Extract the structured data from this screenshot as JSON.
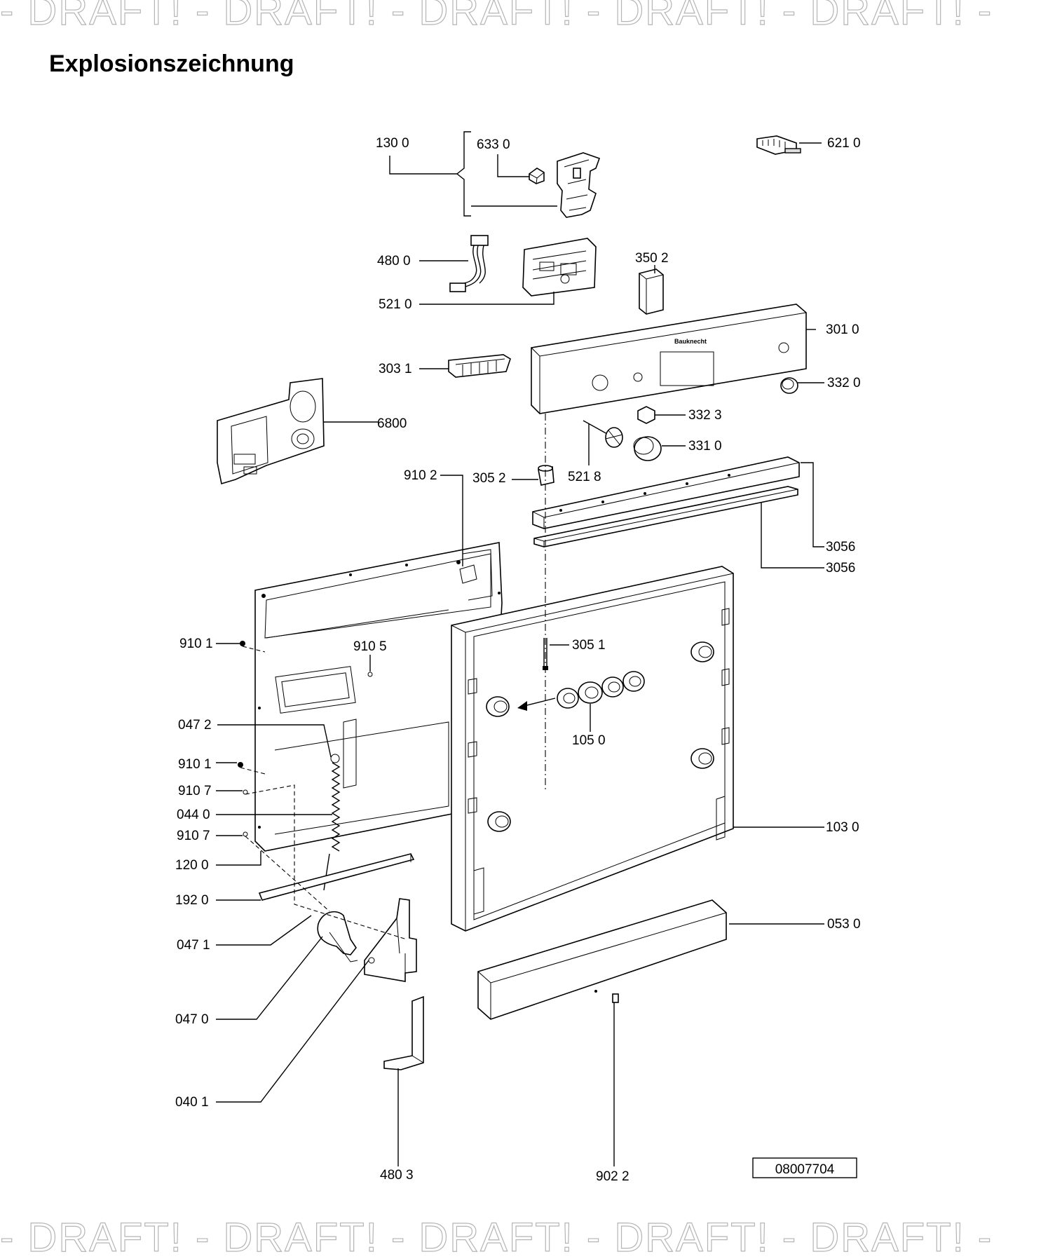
{
  "watermark": {
    "text": "- DRAFT! - DRAFT! - DRAFT! - DRAFT! - DRAFT! -"
  },
  "title": "Explosionszeichnung",
  "drawing_number": "08007704",
  "labels": {
    "l1300": "130 0",
    "l6330": "633 0",
    "l6210": "621 0",
    "l4800": "480 0",
    "l5210": "521 0",
    "l3502": "350 2",
    "l3010": "301 0",
    "l3031": "303 1",
    "l3320": "332 0",
    "l6800": "6800",
    "l3323": "332 3",
    "l3310": "331 0",
    "l9102": "910 2",
    "l3052": "305 2",
    "l5218": "521 8",
    "l3056a": "3056",
    "l3056b": "3056",
    "l9101a": "910 1",
    "l9105": "910 5",
    "l3051": "305 1",
    "l0472": "047 2",
    "l1050": "105 0",
    "l9101b": "910 1",
    "l9107a": "910 7",
    "l0440": "044 0",
    "l9107b": "910 7",
    "l1030": "103 0",
    "l1200": "120 0",
    "l1920": "192 0",
    "l0530": "053 0",
    "l0471": "047 1",
    "l0470": "047 0",
    "l0401": "040 1",
    "l4803": "480 3",
    "l9022": "902 2"
  }
}
